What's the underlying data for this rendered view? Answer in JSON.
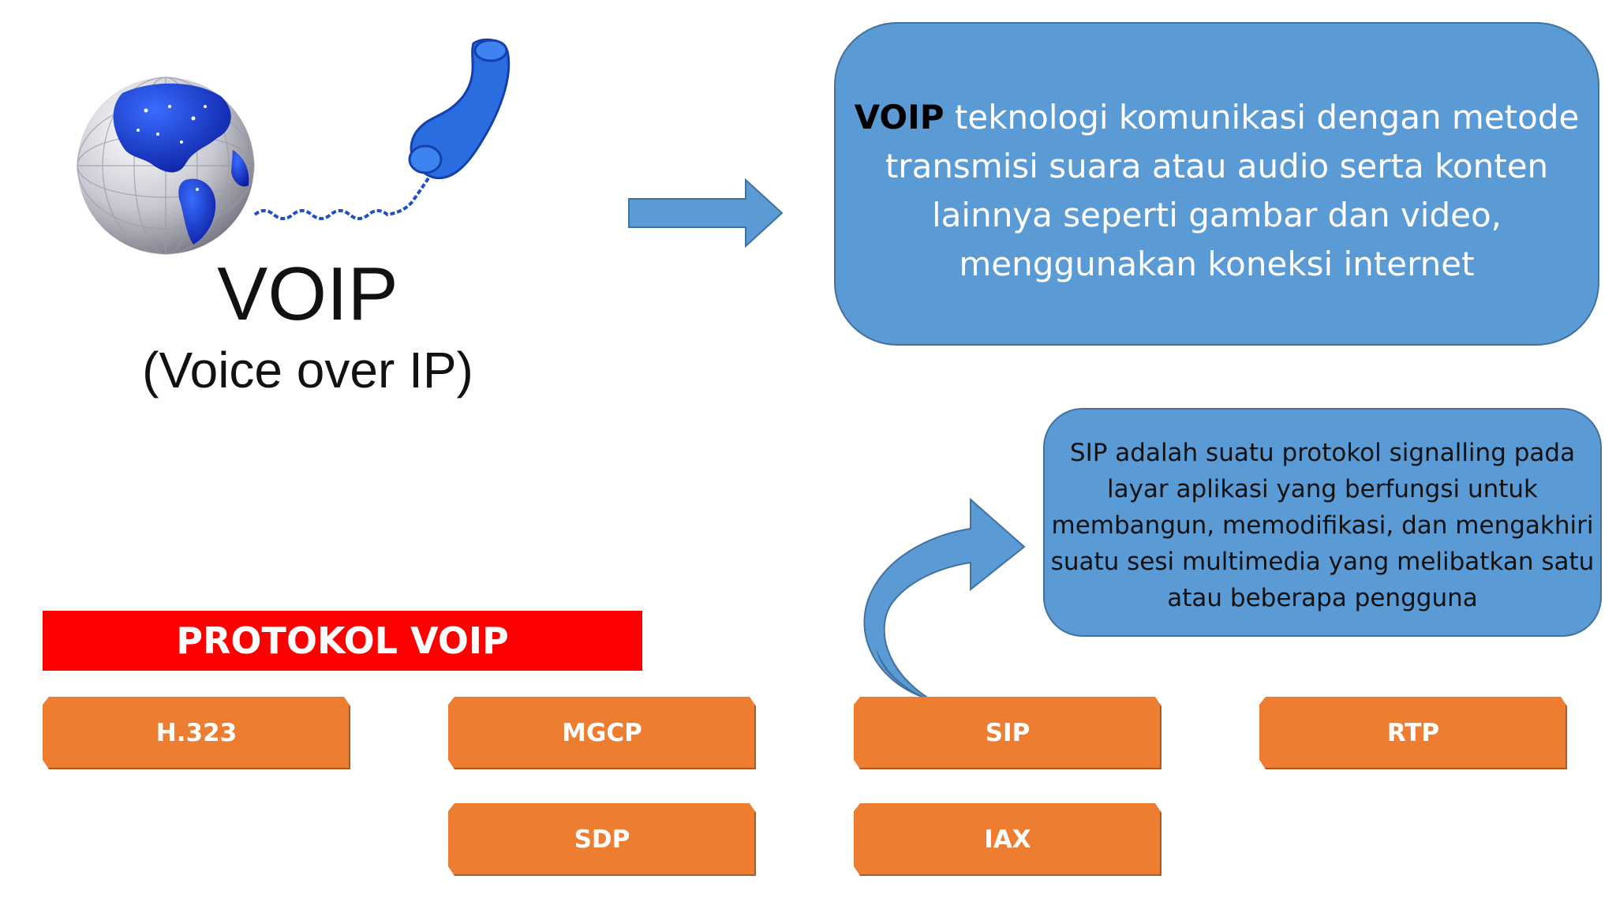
{
  "title": {
    "main": "VOIP",
    "sub": "(Voice over IP)"
  },
  "definition": {
    "term": "VOIP",
    "text": " teknologi komunikasi dengan metode transmisi suara atau audio serta konten lainnya seperti gambar dan video, menggunakan koneksi internet"
  },
  "sip_note": {
    "text": "SIP adalah suatu protokol signalling pada layar aplikasi yang berfungsi untuk membangun, memodifikasi, dan mengakhiri suatu sesi multimedia yang melibatkan satu atau beberapa pengguna"
  },
  "protocols": {
    "heading": "PROTOKOL VOIP",
    "items": [
      "H.323",
      "MGCP",
      "SIP",
      "RTP",
      "SDP",
      "IAX"
    ]
  },
  "colors": {
    "accent_blue": "#5b9bd5",
    "accent_orange": "#ed7d31",
    "banner_red": "#ff0000"
  },
  "icons": [
    "globe-icon",
    "telephone-handset-icon"
  ]
}
